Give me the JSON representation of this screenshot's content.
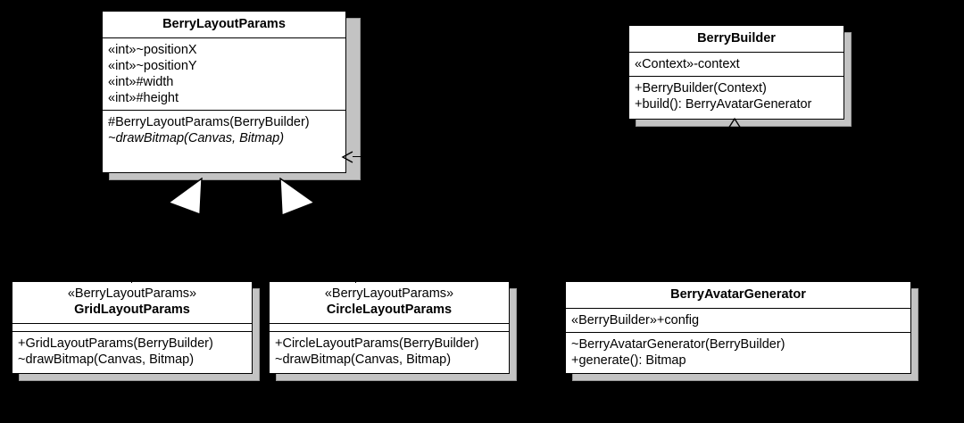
{
  "diagram": {
    "kind": "uml-class-diagram",
    "background_color": "#000000",
    "box_fill_color": "#ffffff",
    "box_border_color": "#000000",
    "shadow_color": "#c3c3c3",
    "classes": [
      {
        "id": "berry-layout-params",
        "name": "BerryLayoutParams",
        "stereotype": "",
        "attributes": [
          "«int»~positionX",
          "«int»~positionY",
          "«int»#width",
          "«int»#height"
        ],
        "operations": [
          "#BerryLayoutParams(BerryBuilder)",
          "~drawBitmap(Canvas, Bitmap)"
        ],
        "abstract_operations": [
          "~drawBitmap(Canvas, Bitmap)"
        ]
      },
      {
        "id": "berry-builder",
        "name": "BerryBuilder",
        "stereotype": "",
        "attributes": [
          "«Context»-context"
        ],
        "operations": [
          "+BerryBuilder(Context)",
          "+build(): BerryAvatarGenerator"
        ],
        "abstract_operations": []
      },
      {
        "id": "grid-layout-params",
        "name": "GridLayoutParams",
        "stereotype": "«BerryLayoutParams»",
        "attributes": [],
        "operations": [
          "+GridLayoutParams(BerryBuilder)",
          "~drawBitmap(Canvas, Bitmap)"
        ],
        "abstract_operations": []
      },
      {
        "id": "circle-layout-params",
        "name": "CircleLayoutParams",
        "stereotype": "«BerryLayoutParams»",
        "attributes": [],
        "operations": [
          "+CircleLayoutParams(BerryBuilder)",
          "~drawBitmap(Canvas, Bitmap)"
        ],
        "abstract_operations": []
      },
      {
        "id": "berry-avatar-generator",
        "name": "BerryAvatarGenerator",
        "stereotype": "",
        "attributes": [
          "«BerryBuilder»+config"
        ],
        "operations": [
          "~BerryAvatarGenerator(BerryBuilder)",
          "+generate(): Bitmap"
        ],
        "abstract_operations": []
      }
    ],
    "relationships": [
      {
        "id": "grid-extends-berry-layout-params",
        "type": "generalization",
        "source": "GridLayoutParams",
        "target": "BerryLayoutParams",
        "arrow_head": "hollow-triangle"
      },
      {
        "id": "circle-extends-berry-layout-params",
        "type": "generalization",
        "source": "CircleLayoutParams",
        "target": "BerryLayoutParams",
        "arrow_head": "hollow-triangle"
      },
      {
        "id": "berry-avatar-generator-uses-berry-builder",
        "type": "dependency",
        "source": "BerryAvatarGenerator",
        "target": "BerryBuilder",
        "arrow_head": "open-arrow"
      },
      {
        "id": "berry-builder-creates-berry-layout-params",
        "type": "dependency",
        "source": "BerryBuilder",
        "target": "BerryLayoutParams",
        "arrow_head": "open-arrow"
      }
    ]
  }
}
